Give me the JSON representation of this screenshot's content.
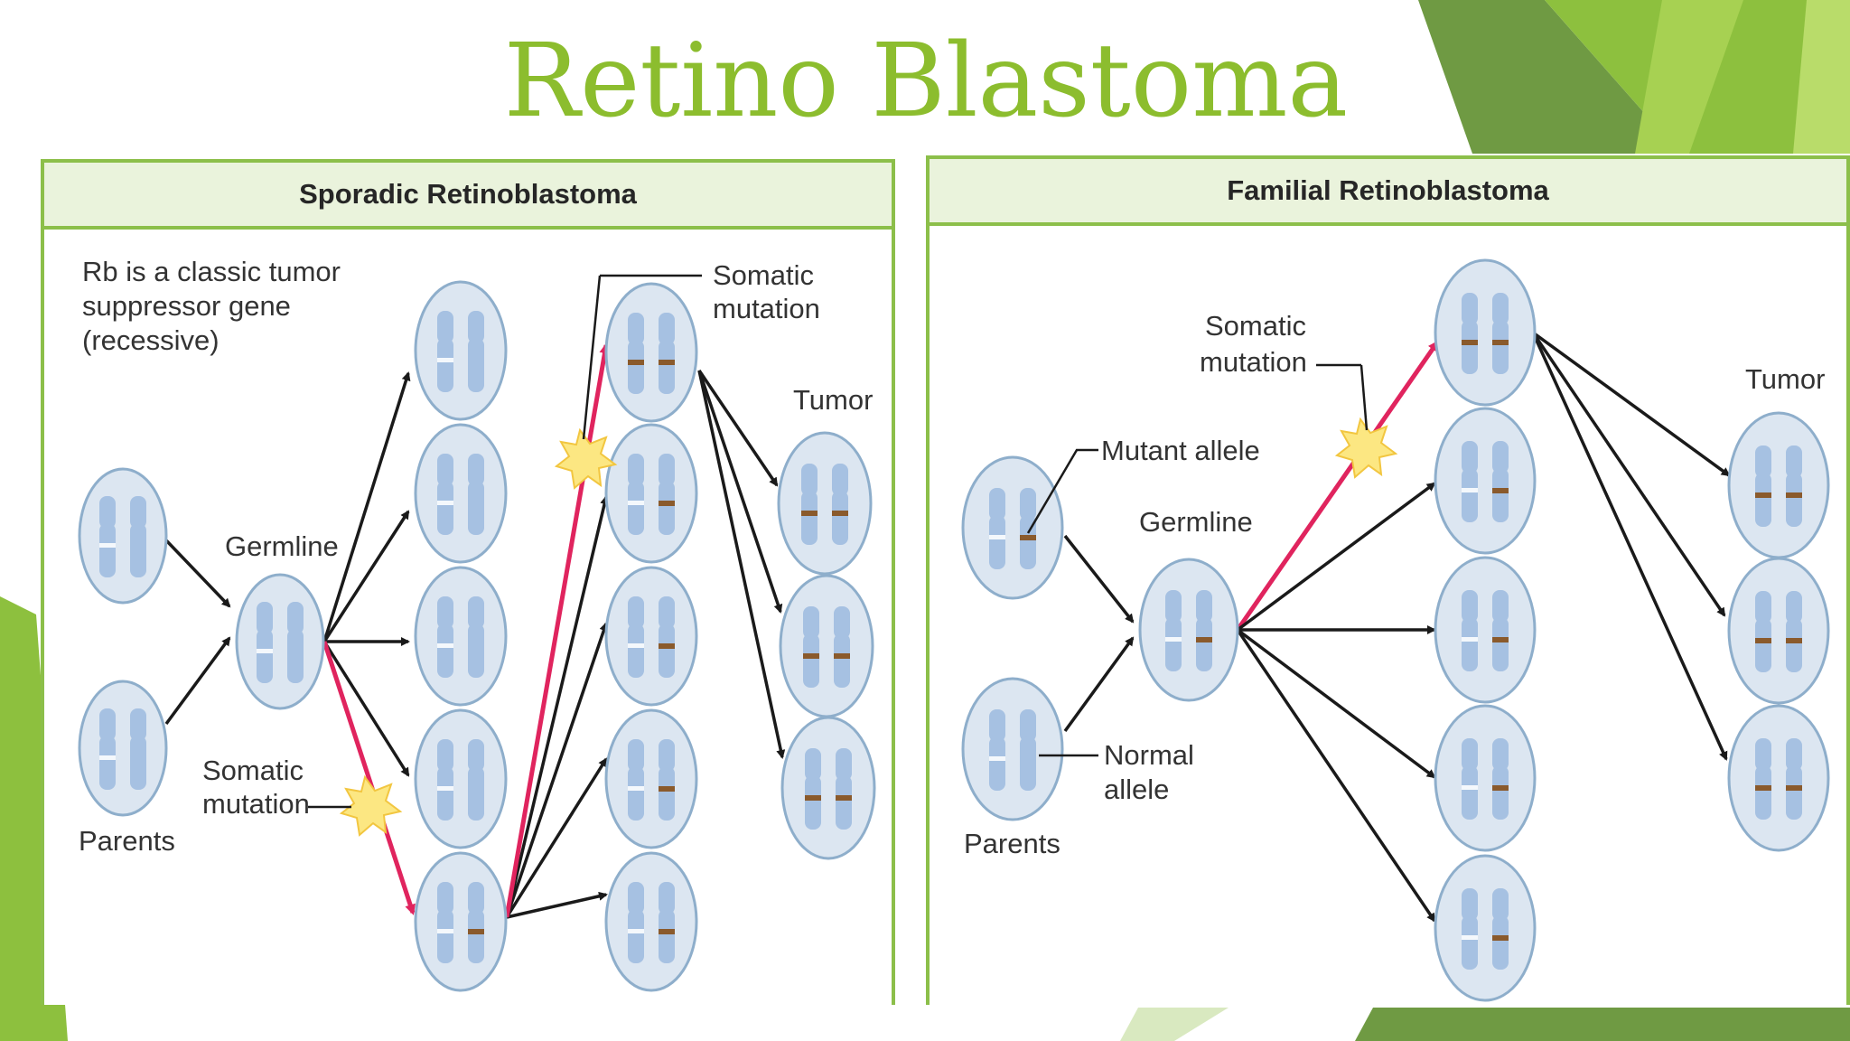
{
  "title": "Retino Blastoma",
  "colors": {
    "accent": "#8cbd2e",
    "panel_border": "#8cbf4a",
    "panel_header_bg": "#eaf3dc",
    "mutation_arrow": "#e0245e"
  },
  "sporadic": {
    "header": "Sporadic Retinoblastoma",
    "note_lines": [
      "Rb is a classic tumor",
      "suppressor gene",
      "(recessive)"
    ],
    "germline": "Germline",
    "parents": "Parents",
    "somatic_mutation_lines": [
      "Somatic",
      "mutation"
    ],
    "somatic_mutation_top_lines": [
      "Somatic",
      "mutation"
    ],
    "tumor": "Tumor"
  },
  "familial": {
    "header": "Familial Retinoblastoma",
    "somatic_mutation_lines": [
      "Somatic",
      "mutation"
    ],
    "mutant_allele": "Mutant allele",
    "germline": "Germline",
    "normal_allele_lines": [
      "Normal",
      "allele"
    ],
    "parents": "Parents",
    "tumor": "Tumor"
  }
}
